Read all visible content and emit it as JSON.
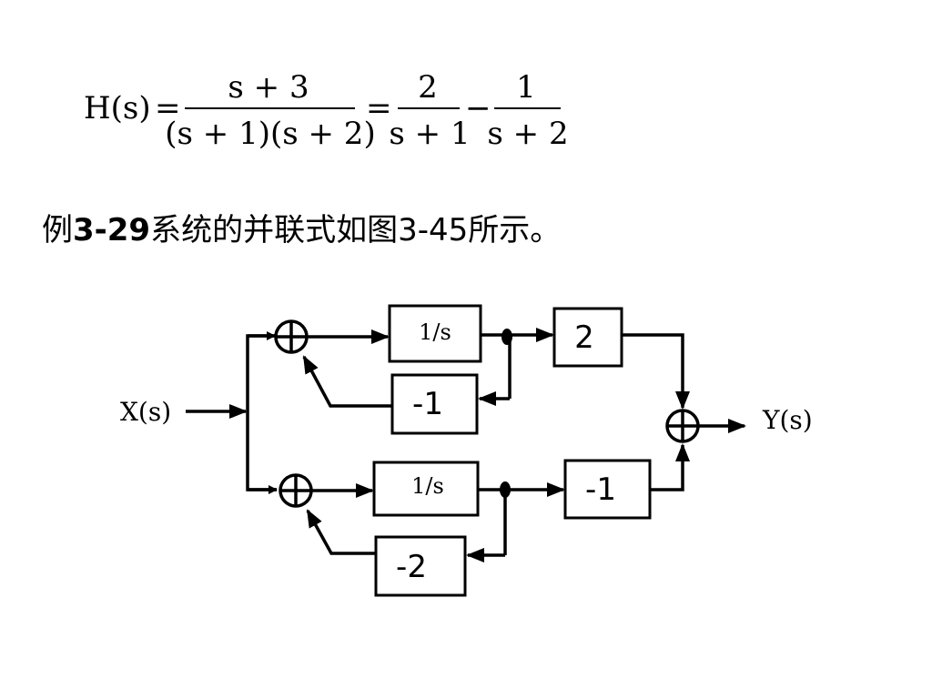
{
  "formula": {
    "lhs": "H(s)",
    "eq": "=",
    "f1_num": "s + 3",
    "f1_den": "(s + 1)(s + 2)",
    "f2_num": "2",
    "f2_den": "s + 1",
    "minus": "−",
    "f3_num": "1",
    "f3_den": "s + 2"
  },
  "caption": {
    "prefix": "例",
    "example_no": "3-29",
    "middle": "系统的并联式如图",
    "figure_no": "3-45",
    "suffix": "所示。"
  },
  "diagram": {
    "input_label": "X(s)",
    "output_label": "Y(s)",
    "upper": {
      "integrator": "1/s",
      "feedback": "-1",
      "gain": "2"
    },
    "lower": {
      "integrator": "1/s",
      "feedback": "-2",
      "gain": "-1"
    }
  }
}
